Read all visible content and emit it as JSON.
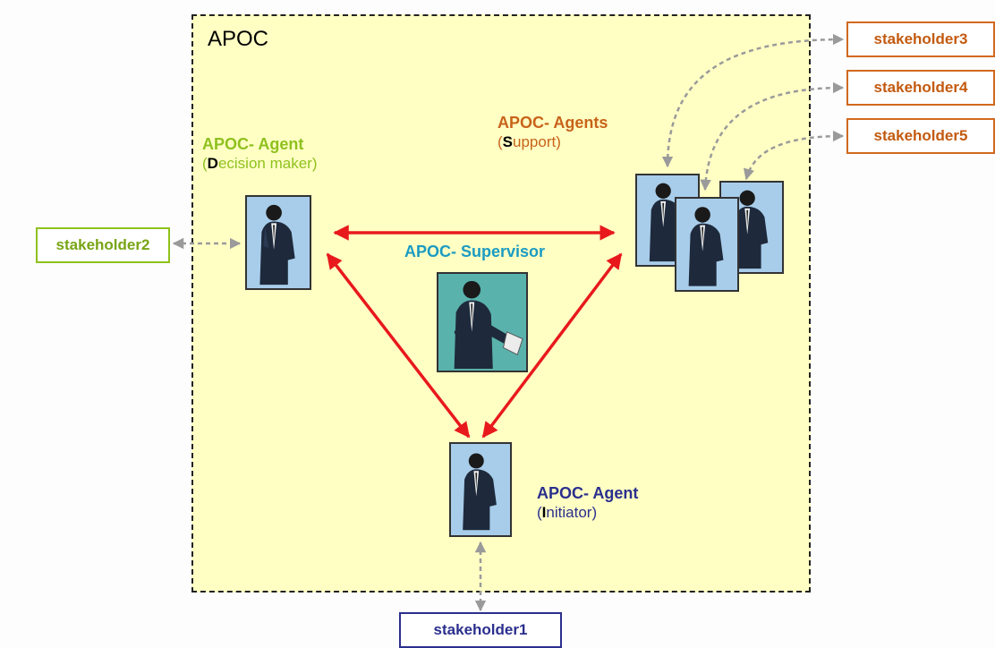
{
  "apoc_title": "APOC",
  "decision_agent": {
    "title": "APOC- Agent",
    "role_initial": "D",
    "role_rest": "ecision maker",
    "open": "(",
    "close": ")"
  },
  "support_agents": {
    "title": "APOC- Agents",
    "role_initial": "S",
    "role_rest": "upport",
    "open": "(",
    "close": ")"
  },
  "supervisor": {
    "title": "APOC- Supervisor"
  },
  "initiator_agent": {
    "title": "APOC- Agent",
    "role_initial": "I",
    "role_rest": "nitiator",
    "open": "(",
    "close": ")"
  },
  "stakeholders": {
    "s1": "stakeholder1",
    "s2": "stakeholder2",
    "s3": "stakeholder3",
    "s4": "stakeholder4",
    "s5": "stakeholder5"
  },
  "colors": {
    "box_fill": "#ffffc4",
    "arrow_red": "#e8191c",
    "dashed_gray": "#9a9a9a",
    "green": "#8fc11e",
    "orange": "#c8631a",
    "navy": "#2b2f8d",
    "cyan": "#1b9bc2"
  }
}
